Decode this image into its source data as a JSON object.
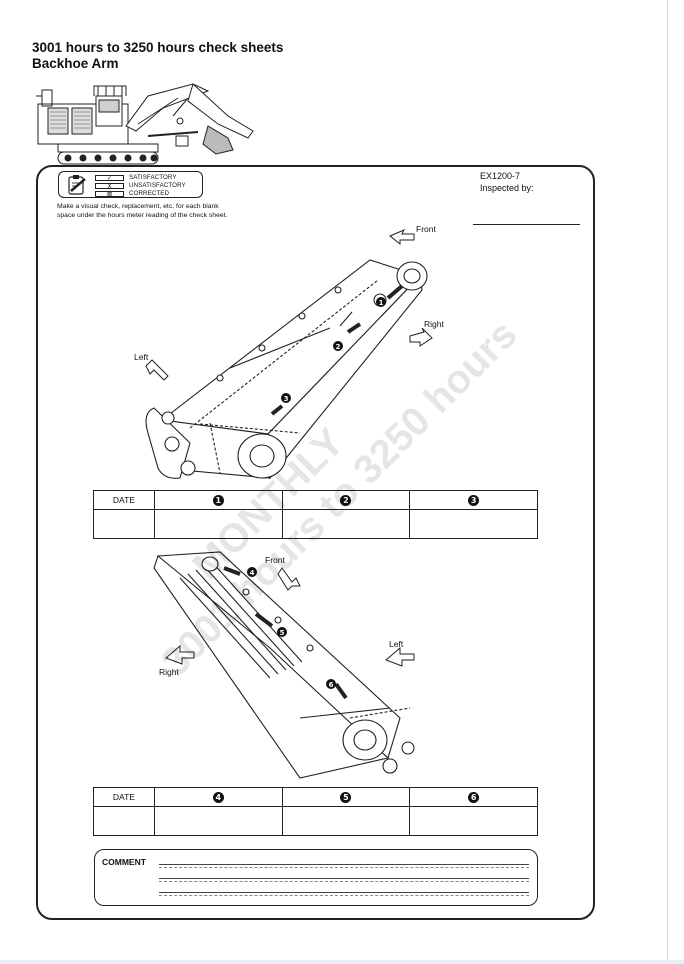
{
  "header": {
    "title_line1": "3001 hours to 3250 hours check sheets",
    "title_line2": "Backhoe Arm"
  },
  "legend": {
    "rows": [
      {
        "symbol": "✓",
        "label": "SATISFACTORY"
      },
      {
        "symbol": "X",
        "label": "UNSATISFACTORY"
      },
      {
        "symbol": "⊠",
        "label": "CORRECTED"
      }
    ]
  },
  "instruction": {
    "line1": "Make a visual check, replacement, etc. for each blank",
    "line2": "space under the hours meter reading of the check sheet."
  },
  "model": {
    "code": "EX1200-7",
    "inspected_by_label": "Inspected by:"
  },
  "diagram1": {
    "front": "Front",
    "right": "Right",
    "left": "Left",
    "markers": [
      "1",
      "2",
      "3"
    ]
  },
  "table1": {
    "date_label": "DATE",
    "columns": [
      "1",
      "2",
      "3"
    ]
  },
  "diagram2": {
    "front": "Front",
    "left": "Left",
    "right": "Right",
    "markers": [
      "4",
      "5",
      "6"
    ]
  },
  "table2": {
    "date_label": "DATE",
    "columns": [
      "4",
      "5",
      "6"
    ]
  },
  "comment": {
    "label": "COMMENT"
  },
  "watermark": {
    "line1": "MONTHLY",
    "line2": "3001 hours to 3250 hours"
  }
}
